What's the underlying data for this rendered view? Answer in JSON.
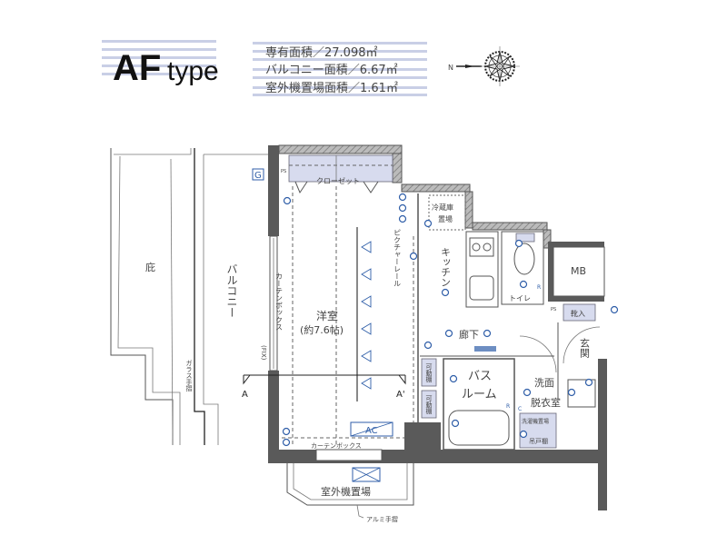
{
  "header": {
    "type_name": "AF",
    "type_suffix": "type",
    "areas": [
      "専有面積／27.098㎡",
      "バルコニー面積／6.67㎡",
      "室外機置場面積／1.61㎡"
    ],
    "compass_label": "N"
  },
  "rooms": {
    "eaves": "庇",
    "balcony": "バルコニー",
    "glass_rail": "ガラス手摺",
    "western_room": "洋室",
    "western_room_size": "(約7.6帖)",
    "closet": "クローゼット",
    "curtain_box_side": "カーテンボックス",
    "curtain_box_bottom": "カーテンボックス",
    "fix": "(FIX)",
    "picture_rail": "ピクチャーレール",
    "fridge": "冷蔵庫",
    "fridge2": "置場",
    "kitchen": "キッチン",
    "toilet": "トイレ",
    "mb": "MB",
    "shoe": "靴入",
    "entrance": "玄関",
    "hallway": "廊下",
    "bath": "バス",
    "bath2": "ルーム",
    "washroom": "洗面",
    "dressing": "脱衣室",
    "washer": "洗濯機置場",
    "cabinet": "吊戸棚",
    "shelf1": "可動棚",
    "shelf2": "可動棚",
    "ac": "AC",
    "outdoor_unit": "室外機置場",
    "aluminum_rail": "アルミ手摺",
    "section_a": "A",
    "section_a2": "A'",
    "g": "G",
    "ps": "PS",
    "ps2": "PS",
    "r1": "R",
    "r2": "R",
    "c": "C"
  },
  "colors": {
    "accent": "#2f5ea8",
    "stripe": "#c9cfe6",
    "wall": "#5a5a5a"
  }
}
